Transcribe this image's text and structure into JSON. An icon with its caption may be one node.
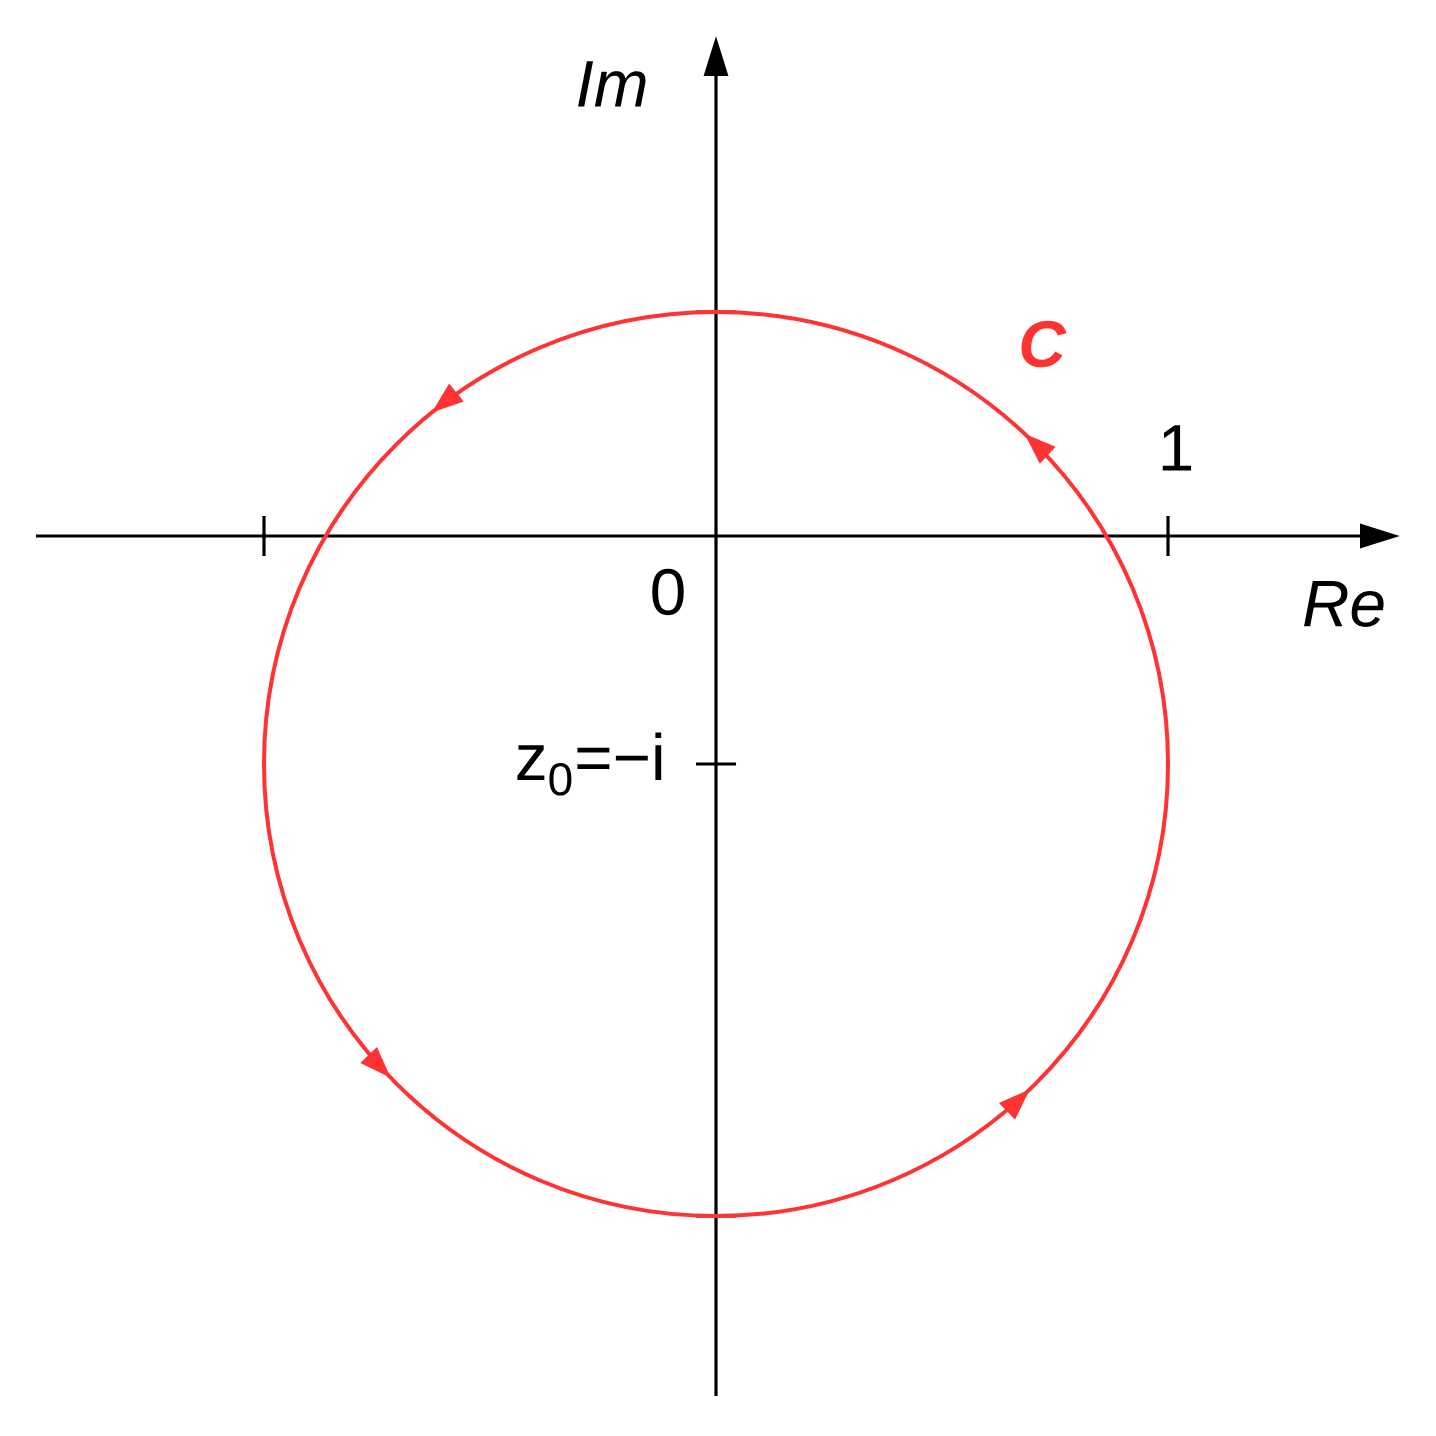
{
  "diagram": {
    "labels": [
      "Im",
      "C",
      "1",
      "Re",
      "0",
      "z$_{0}$=−i"
    ]
  }
}
